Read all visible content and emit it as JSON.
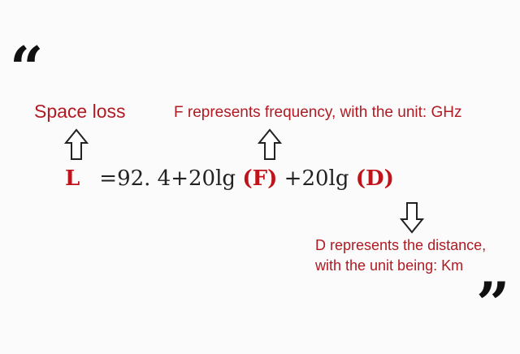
{
  "quotes": {
    "open": "“",
    "close": "”"
  },
  "labels": {
    "space_loss": "Space loss",
    "frequency": "F represents frequency, with the unit: GHz",
    "distance_line1": "D represents the distance,",
    "distance_line2": "with the unit being: Km"
  },
  "formula": {
    "loss_symbol": "L",
    "part1": "=92. 4+20lg",
    "freq_term": "(F)",
    "part2": "+20lg",
    "dist_term": "(D)"
  },
  "colors": {
    "accent_red": "#b01a22",
    "text_dark": "#222222",
    "background": "#fbfbfb"
  },
  "icons": {
    "up_arrow": "outline-up-arrow-icon",
    "down_arrow": "outline-down-arrow-icon"
  }
}
